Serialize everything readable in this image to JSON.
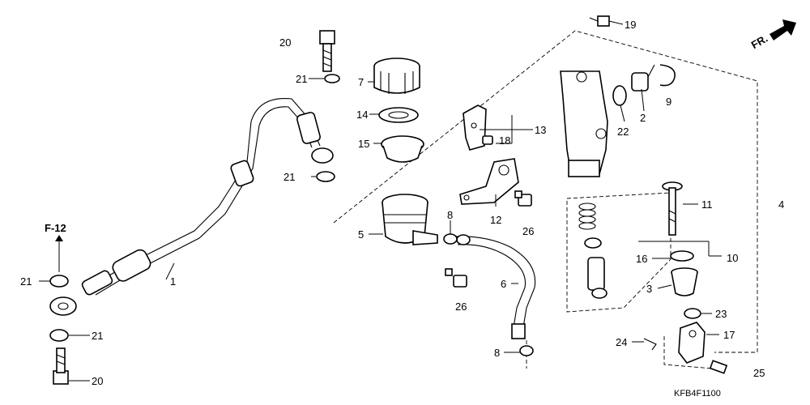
{
  "diagram": {
    "labels": [
      {
        "id": "1",
        "text": "1"
      },
      {
        "id": "2",
        "text": "2"
      },
      {
        "id": "3",
        "text": "3"
      },
      {
        "id": "4",
        "text": "4"
      },
      {
        "id": "5",
        "text": "5"
      },
      {
        "id": "6",
        "text": "6"
      },
      {
        "id": "7",
        "text": "7"
      },
      {
        "id": "8a",
        "text": "8"
      },
      {
        "id": "8b",
        "text": "8"
      },
      {
        "id": "9",
        "text": "9"
      },
      {
        "id": "10",
        "text": "10"
      },
      {
        "id": "11",
        "text": "11"
      },
      {
        "id": "12",
        "text": "12"
      },
      {
        "id": "13",
        "text": "13"
      },
      {
        "id": "14",
        "text": "14"
      },
      {
        "id": "15",
        "text": "15"
      },
      {
        "id": "16",
        "text": "16"
      },
      {
        "id": "17",
        "text": "17"
      },
      {
        "id": "18",
        "text": "18"
      },
      {
        "id": "19",
        "text": "19"
      },
      {
        "id": "20a",
        "text": "20"
      },
      {
        "id": "20b",
        "text": "20"
      },
      {
        "id": "21a",
        "text": "21"
      },
      {
        "id": "21b",
        "text": "21"
      },
      {
        "id": "21c",
        "text": "21"
      },
      {
        "id": "21d",
        "text": "21"
      },
      {
        "id": "22",
        "text": "22"
      },
      {
        "id": "23",
        "text": "23"
      },
      {
        "id": "24",
        "text": "24"
      },
      {
        "id": "25",
        "text": "25"
      },
      {
        "id": "26a",
        "text": "26"
      },
      {
        "id": "26b",
        "text": "26"
      }
    ],
    "reference": "F-12",
    "direction": "FR.",
    "code": "KFB4F1100"
  }
}
